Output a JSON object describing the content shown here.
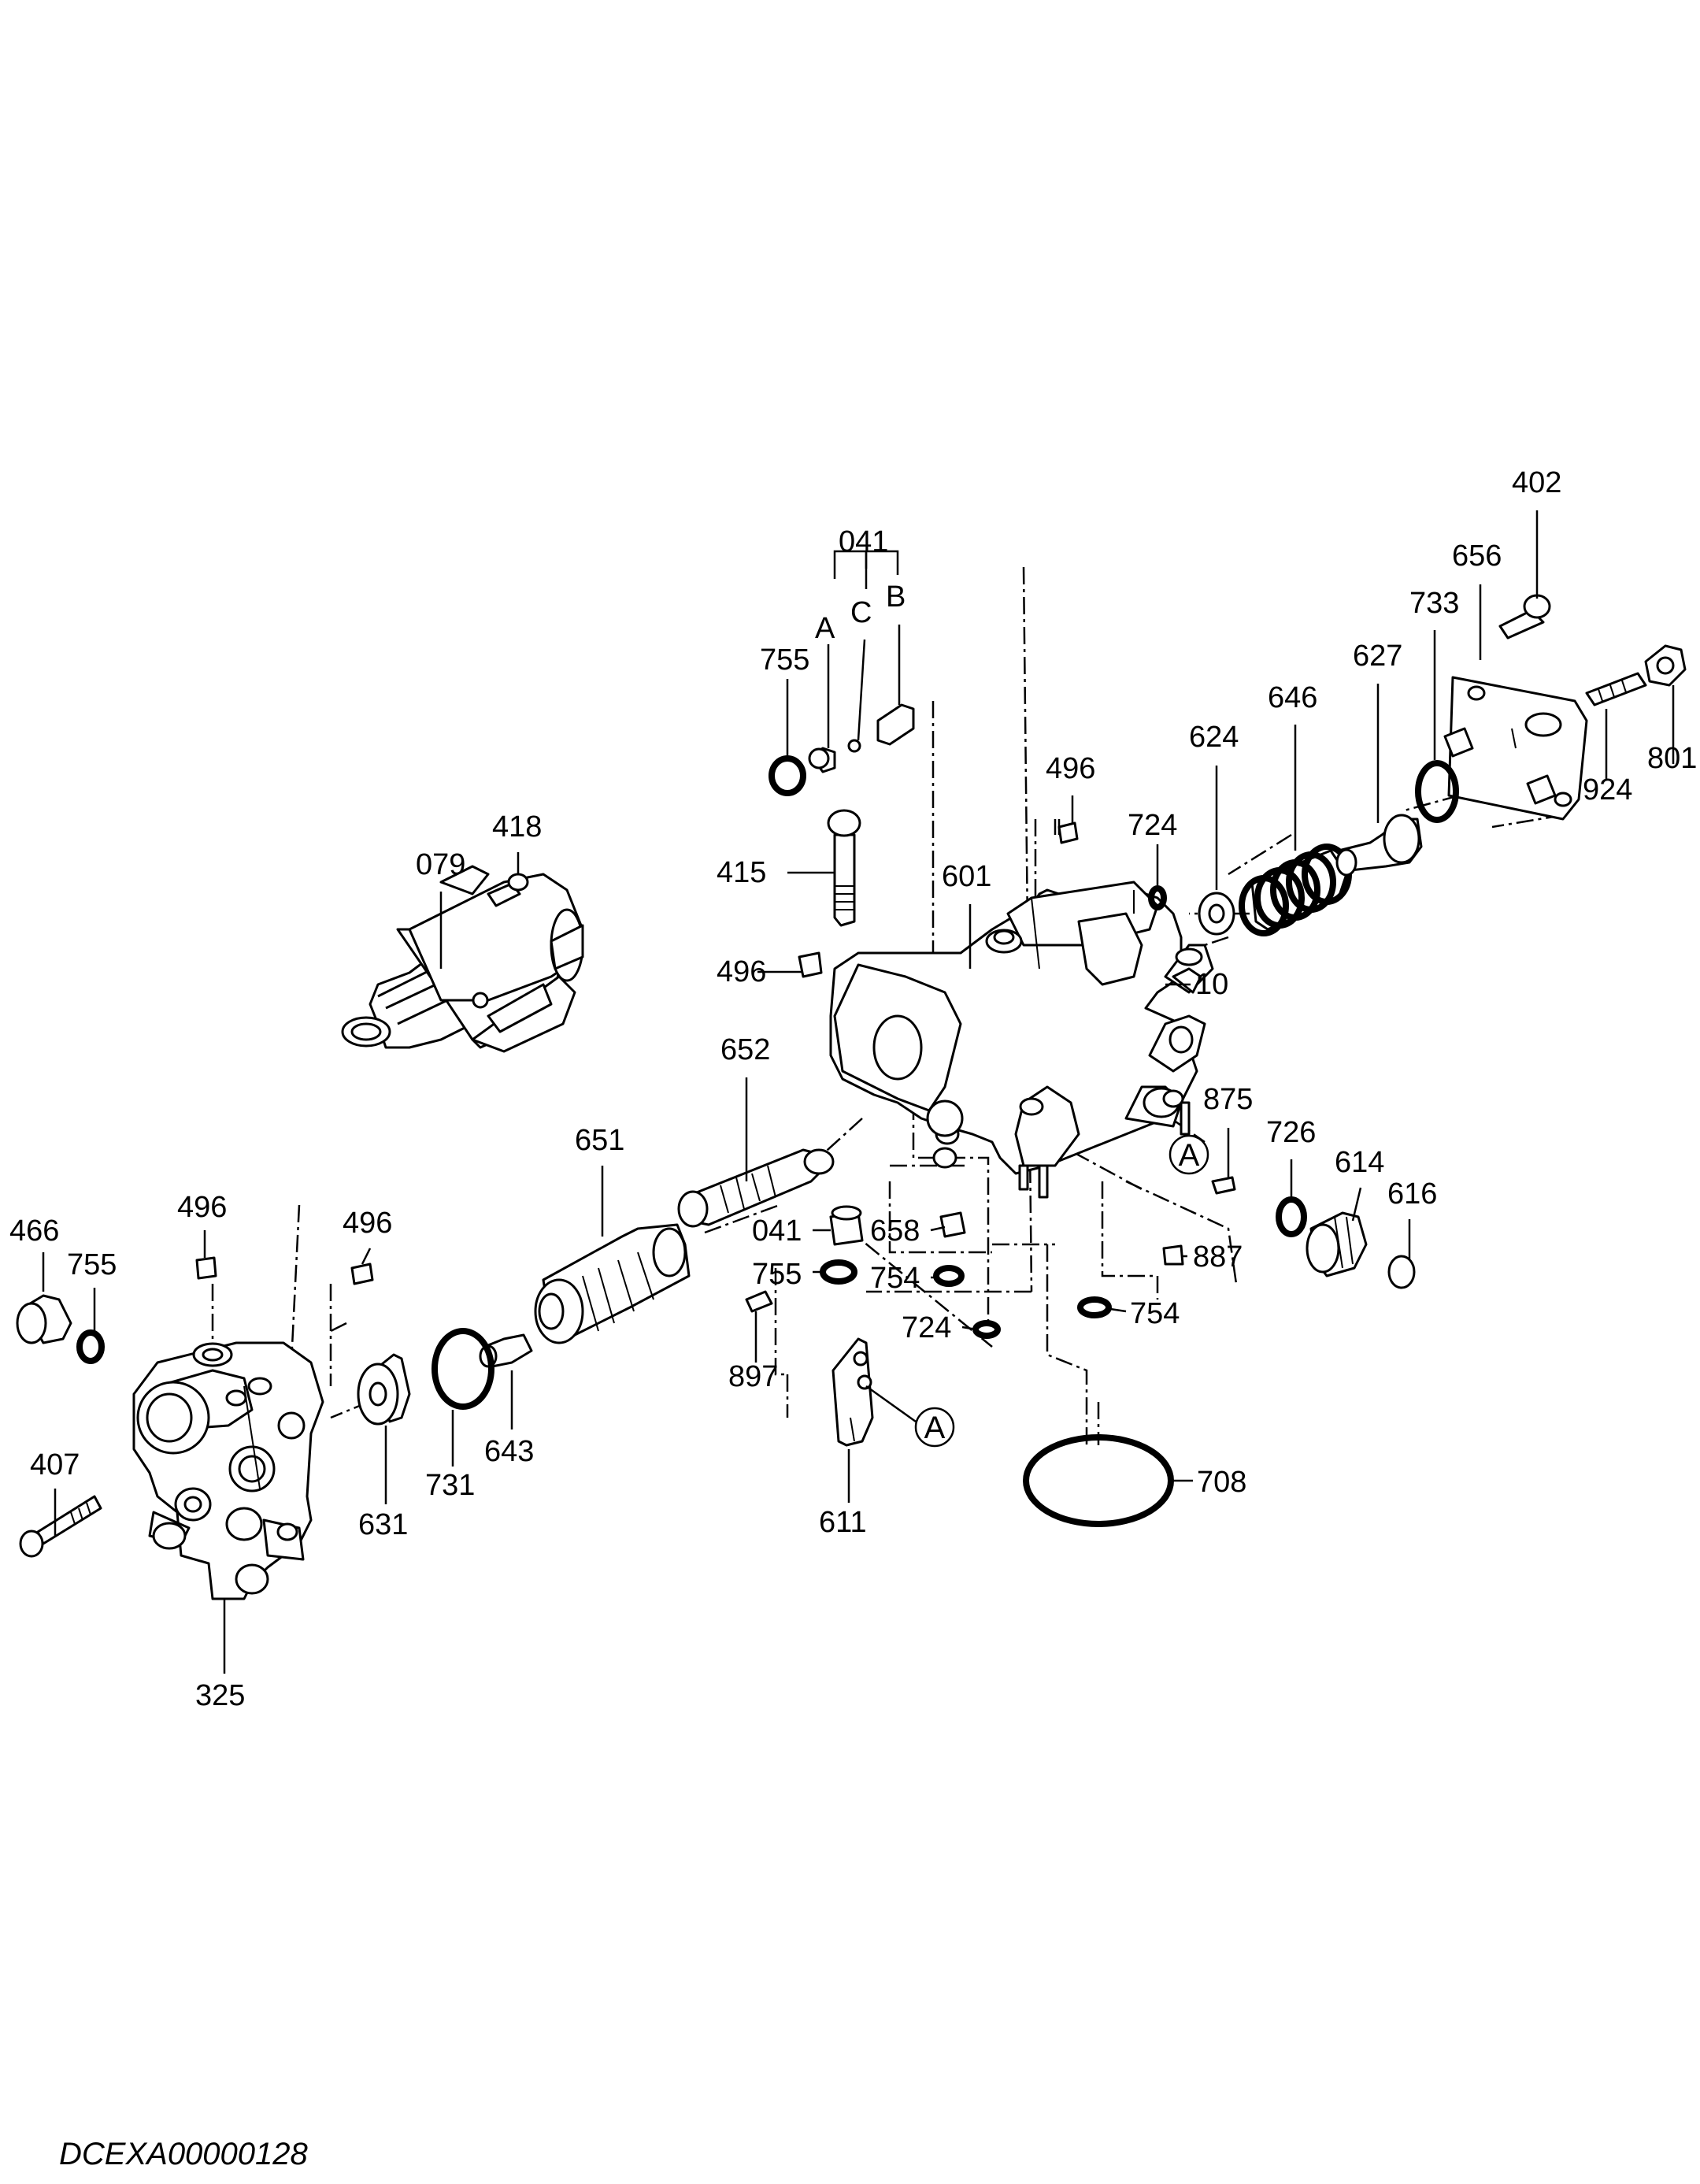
{
  "drawing_code": "DCEXA00000128",
  "labels": {
    "l402": "402",
    "l656": "656",
    "l733": "733",
    "l627": "627",
    "l646": "646",
    "l624": "624",
    "l924": "924",
    "l801": "801",
    "l041_top": "041",
    "l041_a": "A",
    "l041_c": "C",
    "l041_b": "B",
    "l755_top": "755",
    "l496_top": "496",
    "l724_top": "724",
    "l415": "415",
    "l601": "601",
    "l10": "10",
    "l496_mid": "496",
    "l418": "418",
    "l079": "079",
    "l652": "652",
    "l875": "875",
    "l726": "726",
    "l614": "614",
    "l616": "616",
    "l651": "651",
    "l041_mid": "041",
    "l658": "658",
    "l887": "887",
    "l755_mid": "755",
    "l754_mid": "754",
    "l754_right": "754",
    "l724_low": "724",
    "l466": "466",
    "l496_left": "496",
    "l496_left2": "496",
    "l755_left": "755",
    "l897": "897",
    "l708": "708",
    "l407": "407",
    "l631": "631",
    "l731": "731",
    "l643": "643",
    "l611": "611",
    "l325": "325",
    "ref_a1": "A",
    "ref_a2": "A"
  }
}
